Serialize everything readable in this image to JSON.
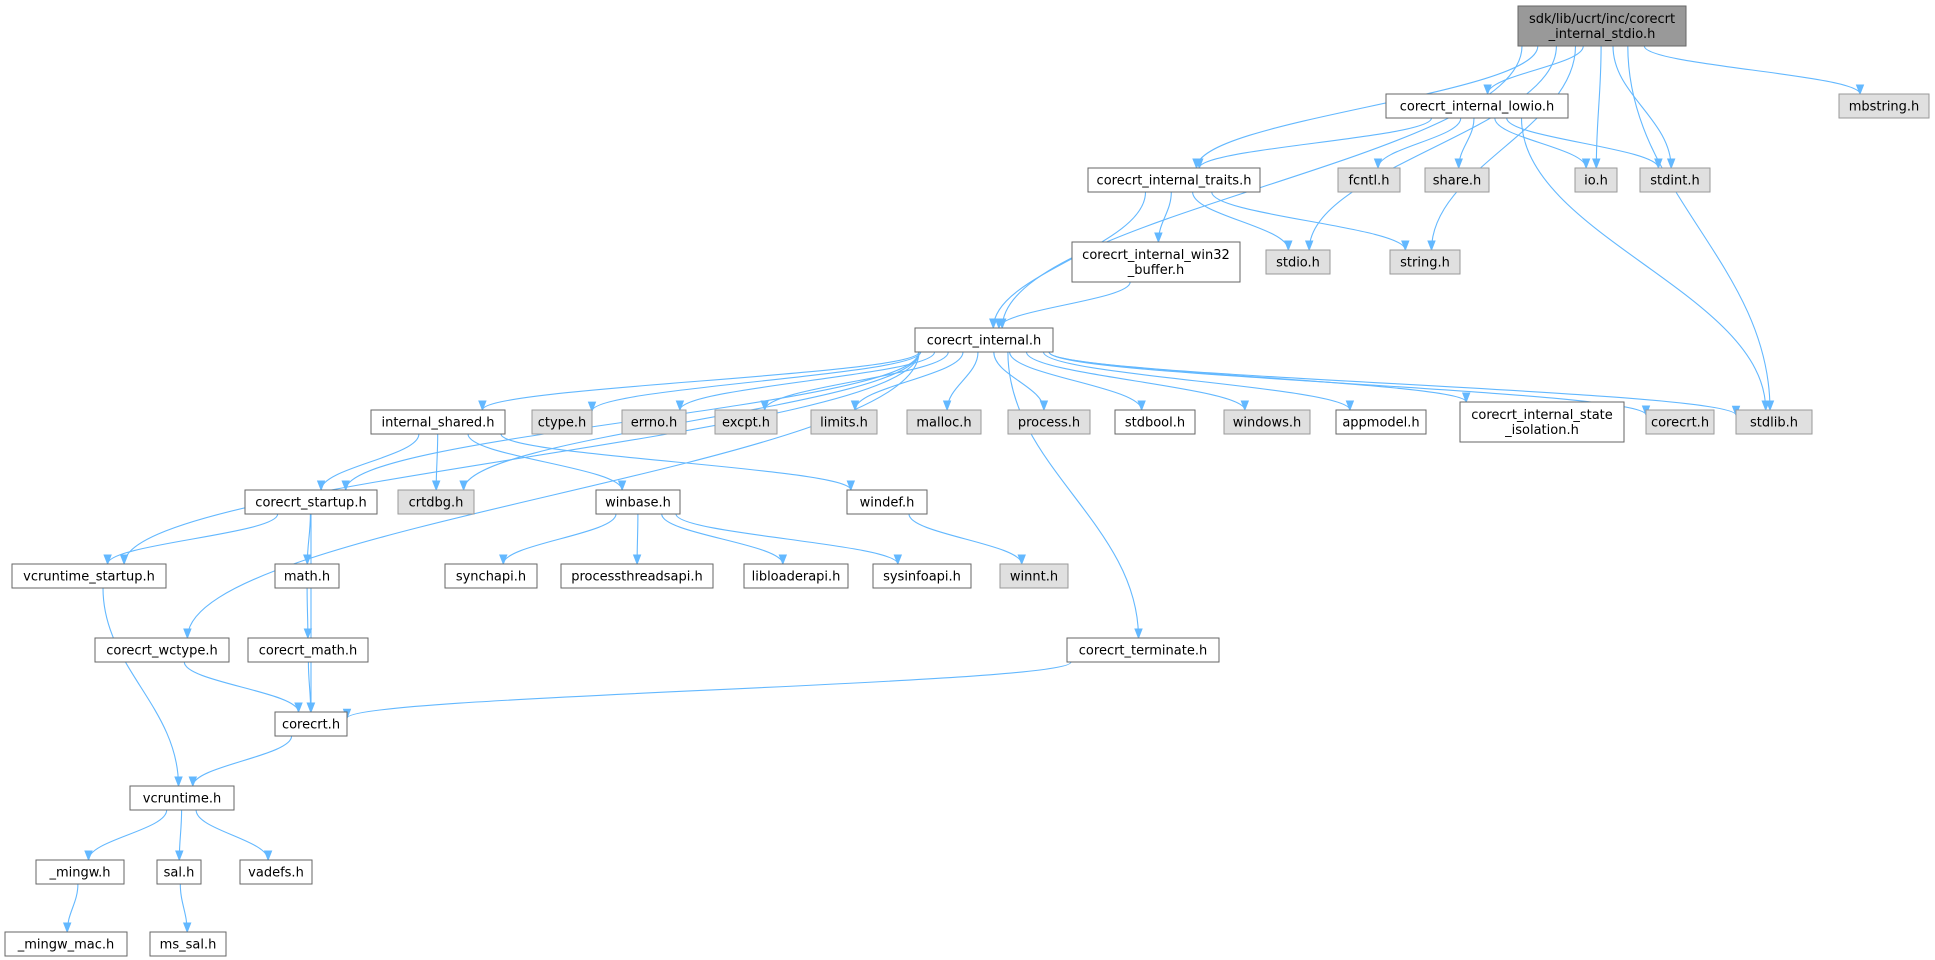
{
  "colors": {
    "edge": "#63b8ff",
    "root_fill": "#999999",
    "documented_fill": "#ffffff",
    "external_fill": "#e0e0e0",
    "border": "#666666"
  },
  "nodes": [
    {
      "id": "root",
      "lines": [
        "sdk/lib/ucrt/inc/corecrt",
        "_internal_stdio.h"
      ],
      "kind": "root"
    },
    {
      "id": "lowio",
      "lines": [
        "corecrt_internal_lowio.h"
      ],
      "kind": "doc"
    },
    {
      "id": "mbstring",
      "lines": [
        "mbstring.h"
      ],
      "kind": "ext"
    },
    {
      "id": "traits",
      "lines": [
        "corecrt_internal_traits.h"
      ],
      "kind": "doc"
    },
    {
      "id": "fcntl",
      "lines": [
        "fcntl.h"
      ],
      "kind": "ext"
    },
    {
      "id": "share",
      "lines": [
        "share.h"
      ],
      "kind": "ext"
    },
    {
      "id": "io",
      "lines": [
        "io.h"
      ],
      "kind": "ext"
    },
    {
      "id": "stdint",
      "lines": [
        "stdint.h"
      ],
      "kind": "ext"
    },
    {
      "id": "win32buf",
      "lines": [
        "corecrt_internal_win32",
        "_buffer.h"
      ],
      "kind": "doc"
    },
    {
      "id": "stdio",
      "lines": [
        "stdio.h"
      ],
      "kind": "ext"
    },
    {
      "id": "string",
      "lines": [
        "string.h"
      ],
      "kind": "ext"
    },
    {
      "id": "internal",
      "lines": [
        "corecrt_internal.h"
      ],
      "kind": "doc"
    },
    {
      "id": "ishared",
      "lines": [
        "internal_shared.h"
      ],
      "kind": "doc"
    },
    {
      "id": "ctype",
      "lines": [
        "ctype.h"
      ],
      "kind": "ext"
    },
    {
      "id": "errno",
      "lines": [
        "errno.h"
      ],
      "kind": "ext"
    },
    {
      "id": "excpt",
      "lines": [
        "excpt.h"
      ],
      "kind": "ext"
    },
    {
      "id": "limits",
      "lines": [
        "limits.h"
      ],
      "kind": "ext"
    },
    {
      "id": "malloc",
      "lines": [
        "malloc.h"
      ],
      "kind": "ext"
    },
    {
      "id": "process",
      "lines": [
        "process.h"
      ],
      "kind": "ext"
    },
    {
      "id": "stdbool",
      "lines": [
        "stdbool.h"
      ],
      "kind": "doc"
    },
    {
      "id": "windows",
      "lines": [
        "windows.h"
      ],
      "kind": "ext"
    },
    {
      "id": "appmodel",
      "lines": [
        "appmodel.h"
      ],
      "kind": "doc"
    },
    {
      "id": "stateiso",
      "lines": [
        "corecrt_internal_state",
        "_isolation.h"
      ],
      "kind": "doc"
    },
    {
      "id": "corecrt_ext",
      "lines": [
        "corecrt.h"
      ],
      "kind": "ext"
    },
    {
      "id": "stdlib",
      "lines": [
        "stdlib.h"
      ],
      "kind": "ext"
    },
    {
      "id": "startup",
      "lines": [
        "corecrt_startup.h"
      ],
      "kind": "doc"
    },
    {
      "id": "crtdbg",
      "lines": [
        "crtdbg.h"
      ],
      "kind": "ext"
    },
    {
      "id": "winbase",
      "lines": [
        "winbase.h"
      ],
      "kind": "doc"
    },
    {
      "id": "windef",
      "lines": [
        "windef.h"
      ],
      "kind": "doc"
    },
    {
      "id": "vcstartup",
      "lines": [
        "vcruntime_startup.h"
      ],
      "kind": "doc"
    },
    {
      "id": "math",
      "lines": [
        "math.h"
      ],
      "kind": "doc"
    },
    {
      "id": "synchapi",
      "lines": [
        "synchapi.h"
      ],
      "kind": "doc"
    },
    {
      "id": "procthread",
      "lines": [
        "processthreadsapi.h"
      ],
      "kind": "doc"
    },
    {
      "id": "libloader",
      "lines": [
        "libloaderapi.h"
      ],
      "kind": "doc"
    },
    {
      "id": "sysinfo",
      "lines": [
        "sysinfoapi.h"
      ],
      "kind": "doc"
    },
    {
      "id": "winnt",
      "lines": [
        "winnt.h"
      ],
      "kind": "ext"
    },
    {
      "id": "wctype",
      "lines": [
        "corecrt_wctype.h"
      ],
      "kind": "doc"
    },
    {
      "id": "cmath",
      "lines": [
        "corecrt_math.h"
      ],
      "kind": "doc"
    },
    {
      "id": "terminate",
      "lines": [
        "corecrt_terminate.h"
      ],
      "kind": "doc"
    },
    {
      "id": "corecrt",
      "lines": [
        "corecrt.h"
      ],
      "kind": "doc"
    },
    {
      "id": "vcruntime",
      "lines": [
        "vcruntime.h"
      ],
      "kind": "doc"
    },
    {
      "id": "mingw",
      "lines": [
        "_mingw.h"
      ],
      "kind": "doc"
    },
    {
      "id": "sal",
      "lines": [
        "sal.h"
      ],
      "kind": "doc"
    },
    {
      "id": "vadefs",
      "lines": [
        "vadefs.h"
      ],
      "kind": "doc"
    },
    {
      "id": "mingwmac",
      "lines": [
        "_mingw_mac.h"
      ],
      "kind": "doc"
    },
    {
      "id": "mssal",
      "lines": [
        "ms_sal.h"
      ],
      "kind": "doc"
    }
  ],
  "edges": [
    [
      "root",
      "lowio"
    ],
    [
      "root",
      "mbstring"
    ],
    [
      "root",
      "traits"
    ],
    [
      "root",
      "io"
    ],
    [
      "root",
      "stdint"
    ],
    [
      "root",
      "stdio"
    ],
    [
      "root",
      "string"
    ],
    [
      "root",
      "internal"
    ],
    [
      "root",
      "stdlib"
    ],
    [
      "lowio",
      "traits"
    ],
    [
      "lowio",
      "fcntl"
    ],
    [
      "lowio",
      "share"
    ],
    [
      "lowio",
      "io"
    ],
    [
      "lowio",
      "stdint"
    ],
    [
      "lowio",
      "stdlib"
    ],
    [
      "traits",
      "win32buf"
    ],
    [
      "traits",
      "stdio"
    ],
    [
      "traits",
      "string"
    ],
    [
      "traits",
      "internal"
    ],
    [
      "win32buf",
      "internal"
    ],
    [
      "internal",
      "ishared"
    ],
    [
      "internal",
      "ctype"
    ],
    [
      "internal",
      "errno"
    ],
    [
      "internal",
      "excpt"
    ],
    [
      "internal",
      "limits"
    ],
    [
      "internal",
      "malloc"
    ],
    [
      "internal",
      "process"
    ],
    [
      "internal",
      "stdbool"
    ],
    [
      "internal",
      "windows"
    ],
    [
      "internal",
      "appmodel"
    ],
    [
      "internal",
      "stateiso"
    ],
    [
      "internal",
      "corecrt_ext"
    ],
    [
      "internal",
      "stdlib"
    ],
    [
      "internal",
      "startup"
    ],
    [
      "internal",
      "crtdbg"
    ],
    [
      "internal",
      "vcstartup"
    ],
    [
      "internal",
      "wctype"
    ],
    [
      "internal",
      "terminate"
    ],
    [
      "ishared",
      "startup"
    ],
    [
      "ishared",
      "crtdbg"
    ],
    [
      "ishared",
      "winbase"
    ],
    [
      "ishared",
      "windef"
    ],
    [
      "startup",
      "vcstartup"
    ],
    [
      "startup",
      "math"
    ],
    [
      "startup",
      "corecrt"
    ],
    [
      "winbase",
      "synchapi"
    ],
    [
      "winbase",
      "procthread"
    ],
    [
      "winbase",
      "libloader"
    ],
    [
      "winbase",
      "sysinfo"
    ],
    [
      "windef",
      "winnt"
    ],
    [
      "math",
      "cmath"
    ],
    [
      "cmath",
      "corecrt"
    ],
    [
      "wctype",
      "corecrt"
    ],
    [
      "terminate",
      "corecrt"
    ],
    [
      "corecrt",
      "vcruntime"
    ],
    [
      "vcstartup",
      "vcruntime"
    ],
    [
      "vcruntime",
      "mingw"
    ],
    [
      "vcruntime",
      "sal"
    ],
    [
      "vcruntime",
      "vadefs"
    ],
    [
      "mingw",
      "mingwmac"
    ],
    [
      "sal",
      "mssal"
    ]
  ]
}
